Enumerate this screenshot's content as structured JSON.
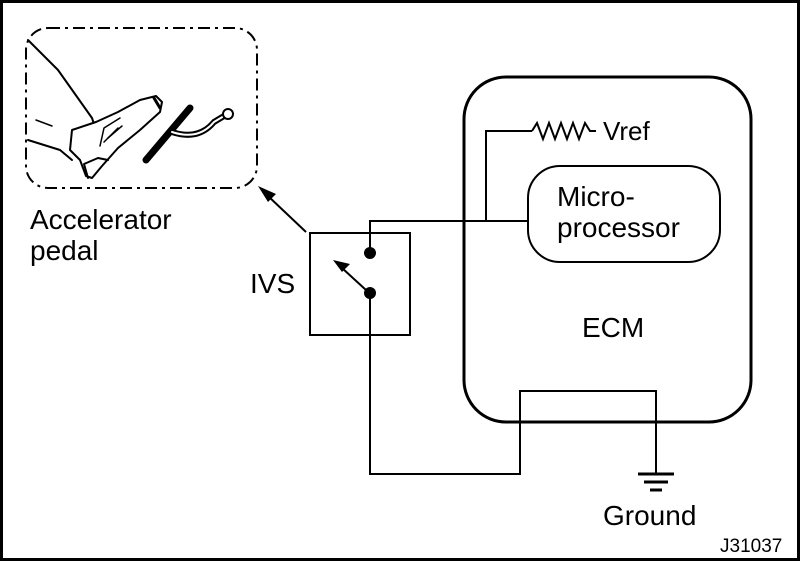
{
  "labels": {
    "accelerator_line1": "Accelerator",
    "accelerator_line2": "pedal",
    "ivs": "IVS",
    "vref": "Vref",
    "micro_line1": "Micro-",
    "micro_line2": "processor",
    "ecm": "ECM",
    "ground": "Ground",
    "figure_id": "J31037"
  },
  "colors": {
    "line": "#000000",
    "background": "#ffffff"
  },
  "icons": {
    "pedal_illustration": "foot-on-accelerator-pedal-icon",
    "switch": "switch-icon",
    "resistor": "resistor-icon",
    "ground_symbol": "ground-icon"
  }
}
